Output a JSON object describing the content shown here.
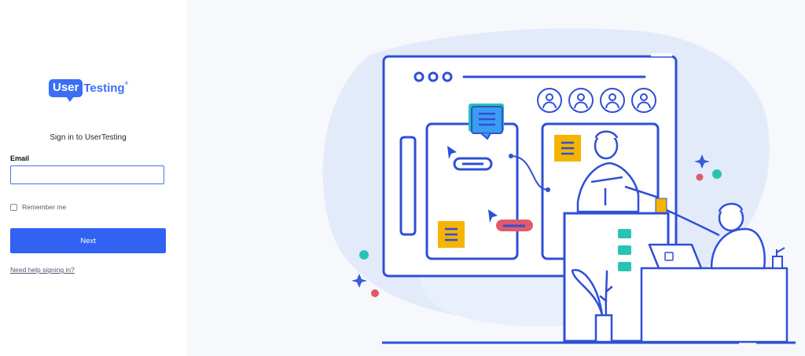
{
  "brand": {
    "logo_word1": "User",
    "logo_word2": "Testing",
    "logo_mark": "®",
    "primary_color": "#3162f2"
  },
  "form": {
    "title": "Sign in to UserTesting",
    "email_label": "Email",
    "email_value": "",
    "remember_label": "Remember me",
    "remember_checked": false,
    "next_label": "Next",
    "help_link": "Need help signing in?"
  },
  "illustration": {
    "description_icons": [
      "browser-window-illustration",
      "person-illustration",
      "laptop-illustration",
      "plant-illustration"
    ],
    "accent_colors": [
      "#3b5bdb",
      "#f5b400",
      "#27c4b4",
      "#e05a6a",
      "#dce6fb"
    ]
  }
}
